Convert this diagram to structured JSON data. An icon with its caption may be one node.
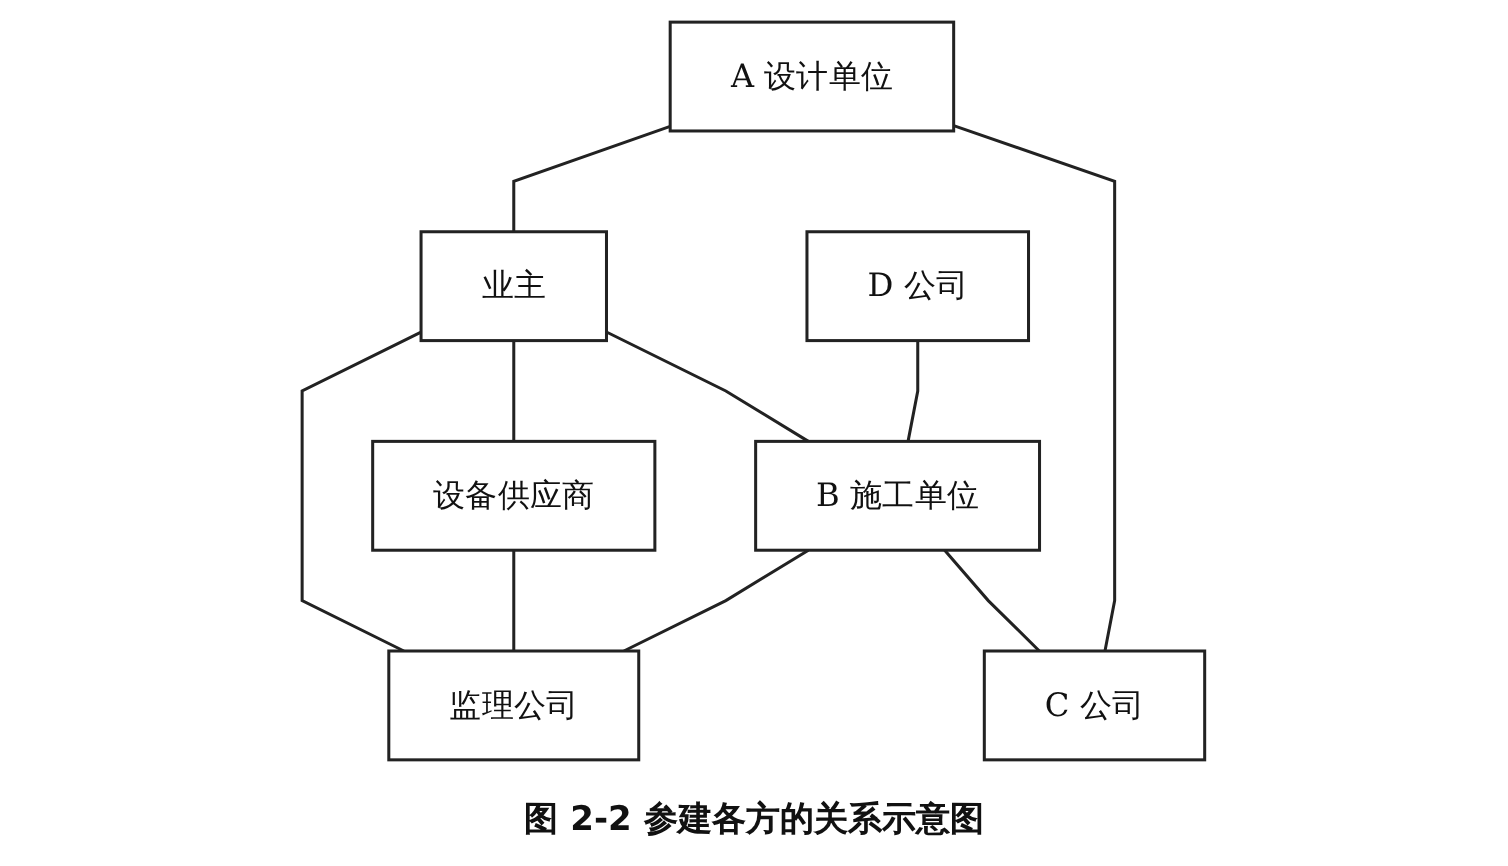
{
  "diagram": {
    "caption": "图 2-2 参建各方的关系示意图",
    "nodes": [
      {
        "text": [
          "A 设计单位"
        ]
      },
      {
        "text": [
          "业主"
        ]
      },
      {
        "text": [
          "设备供应商"
        ]
      },
      {
        "text": [
          "D 公司"
        ]
      },
      {
        "text": [
          "B 施工单位"
        ]
      },
      {
        "text": [
          "监理公司"
        ]
      },
      {
        "text": [
          "C 公司"
        ]
      }
    ],
    "edges": [
      {
        "from": 0,
        "to": 1,
        "arrow": "none"
      },
      {
        "from": 1,
        "to": 2,
        "arrow": "none"
      },
      {
        "from": 1,
        "to": 4,
        "arrow": "none"
      },
      {
        "from": 1,
        "to": 5,
        "arrow": "none"
      },
      {
        "from": 2,
        "to": 5,
        "arrow": "none"
      },
      {
        "from": 3,
        "to": 4,
        "arrow": "none"
      },
      {
        "from": 4,
        "to": 5,
        "arrow": "none"
      },
      {
        "from": 4,
        "to": 6,
        "arrow": "none"
      },
      {
        "from": 0,
        "to": 6,
        "arrow": "none"
      }
    ]
  }
}
